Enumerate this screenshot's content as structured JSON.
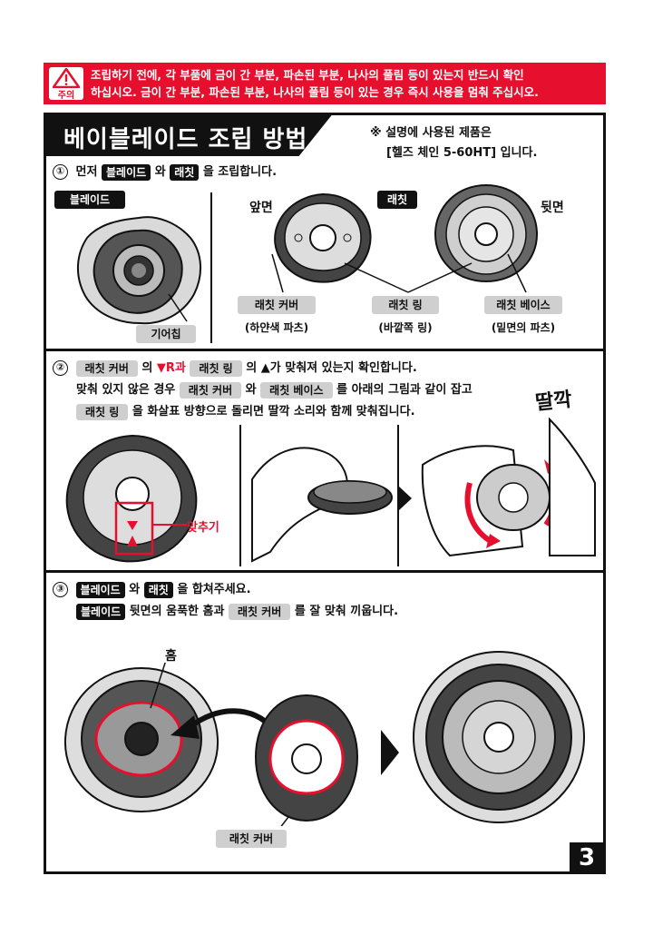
{
  "warning": {
    "icon_label": "주의",
    "line1": "조립하기 전에, 각 부품에 금이 간 부분, 파손된 부분, 나사의 풀림 등이 있는지 반드시 확인",
    "line2": "하십시오. 금이 간 부분, 파손된 부분, 나사의 풀림 등이 있는 경우 즉시 사용을 멈춰 주십시오."
  },
  "title": "베이블레이드 조립 방법",
  "note": {
    "line1": "※ 설명에 사용된 제품은",
    "line2": "[헬즈 체인 5-60HT] 입니다."
  },
  "step1": {
    "num": "①",
    "pre": "먼저",
    "tag1": "블레이드",
    "mid": "와",
    "tag2": "래칫",
    "post": "을 조립합니다.",
    "blade_label": "블레이드",
    "gear_label": "기어칩",
    "front": "앞면",
    "ratchet": "래칫",
    "back": "뒷면",
    "parts": [
      {
        "name": "래칫 커버",
        "desc": "(하얀색 파츠)"
      },
      {
        "name": "래칫 링",
        "desc": "(바깥쪽 링)"
      },
      {
        "name": "래칫 베이스",
        "desc": "(밑면의 파츠)"
      }
    ]
  },
  "step2": {
    "num": "②",
    "tag1": "래칫 커버",
    "t1": "의",
    "mark1": "▼R과",
    "tag2": "래칫 링",
    "t2": "의",
    "mark2": "▲가 맞춰져 있는지 확인합니다.",
    "line2_pre": "맞춰 있지 않은 경우",
    "tag3": "래칫 커버",
    "line2_mid": "와",
    "tag4": "래칫 베이스",
    "line2_post": "를 아래의 그림과 같이 잡고",
    "tag5": "래칫 링",
    "line3_post": "을 화살표 방향으로 돌리면 딸깍 소리와 함께 맞춰집니다.",
    "align_label": "맞추기",
    "click": "딸깍"
  },
  "step3": {
    "num": "③",
    "tag1": "블레이드",
    "mid": "와",
    "tag2": "래칫",
    "post": "을 합쳐주세요.",
    "tag3": "블레이드",
    "line2_mid": "뒷면의 움푹한 홈과",
    "tag4": "래칫 커버",
    "line2_post": "를 잘 맞춰 끼웁니다.",
    "groove": "홈",
    "cover_label": "래칫 커버"
  },
  "page_number": "3",
  "colors": {
    "accent": "#e60f2d",
    "ink": "#111111",
    "tag_gray": "#cfcfcf"
  }
}
